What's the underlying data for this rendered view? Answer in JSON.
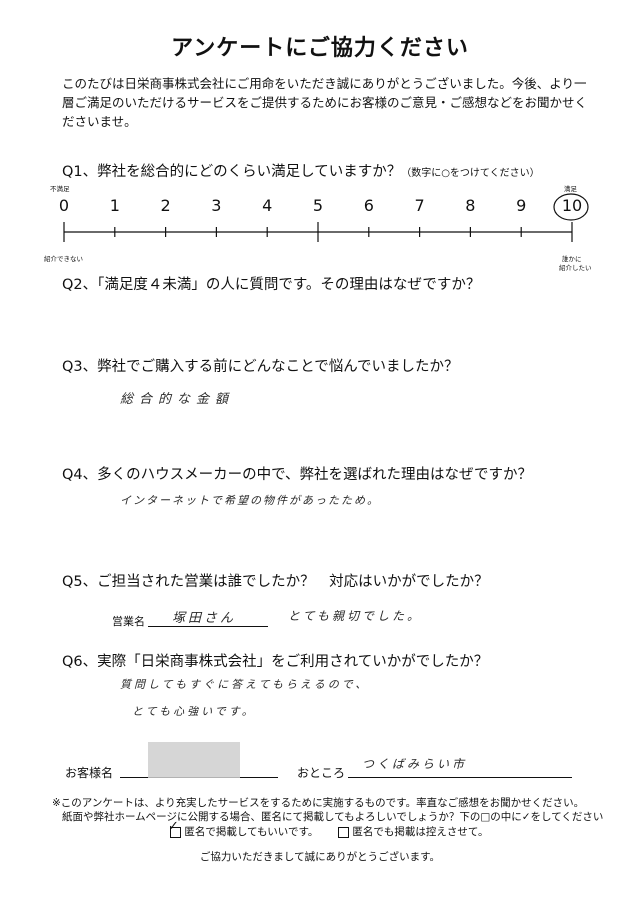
{
  "title": "アンケートにご協力ください",
  "intro": "このたびは日栄商事株式会社にご用命をいただき誠にありがとうございました。今後、より一層ご満足のいただけるサービスをご提供するためにお客様のご意見・ご感想などをお聞かせくださいませ。",
  "q1": {
    "text": "Q1、弊社を総合的にどのくらい満足していますか？",
    "note": "（数字に○をつけてください）",
    "label_left_top": "不満足",
    "label_right_top": "満足",
    "label_left_bottom": "紹介できない",
    "label_right_bottom_1": "誰かに",
    "label_right_bottom_2": "紹介したい",
    "scale": [
      "0",
      "1",
      "2",
      "3",
      "4",
      "5",
      "6",
      "7",
      "8",
      "9",
      "10"
    ],
    "selected": 10
  },
  "q2": {
    "text": "Q2、「満足度４未満」の人に質問です。その理由はなぜですか？",
    "answer": ""
  },
  "q3": {
    "text": "Q3、弊社でご購入する前にどんなことで悩んでいましたか？",
    "answer": "総合的な金額"
  },
  "q4": {
    "text": "Q4、多くのハウスメーカーの中で、弊社を選ばれた理由はなぜですか？",
    "answer": "インターネットで希望の物件があったため。"
  },
  "q5": {
    "text": "Q5、ご担当された営業は誰でしたか？　対応はいかがでしたか？",
    "staff_label": "営業名",
    "staff_name": "塚田さん",
    "answer": "とても親切でした。"
  },
  "q6": {
    "text": "Q6、実際「日栄商事株式会社」をご利用されていかがでしたか？",
    "answer_line1": "質問してもすぐに答えてもらえるので、",
    "answer_line2": "とても心強いです。"
  },
  "customer": {
    "name_label": "お客様名",
    "address_label": "おところ",
    "address_value": "つくばみらい市"
  },
  "footer": {
    "line1": "※このアンケートは、より充実したサービスをするために実施するものです。率直なご感想をお聞かせください。",
    "line2": "紙面や弊社ホームページに公開する場合、匿名にて掲載してもよろしいでしょうか？下の□の中に✓をしてください",
    "option1": "匿名で掲載してもいいです。",
    "option1_checked": true,
    "option2": "匿名でも掲載は控えさせて。",
    "option2_checked": false,
    "thanks": "ご協力いただきまして誠にありがとうございます。"
  }
}
